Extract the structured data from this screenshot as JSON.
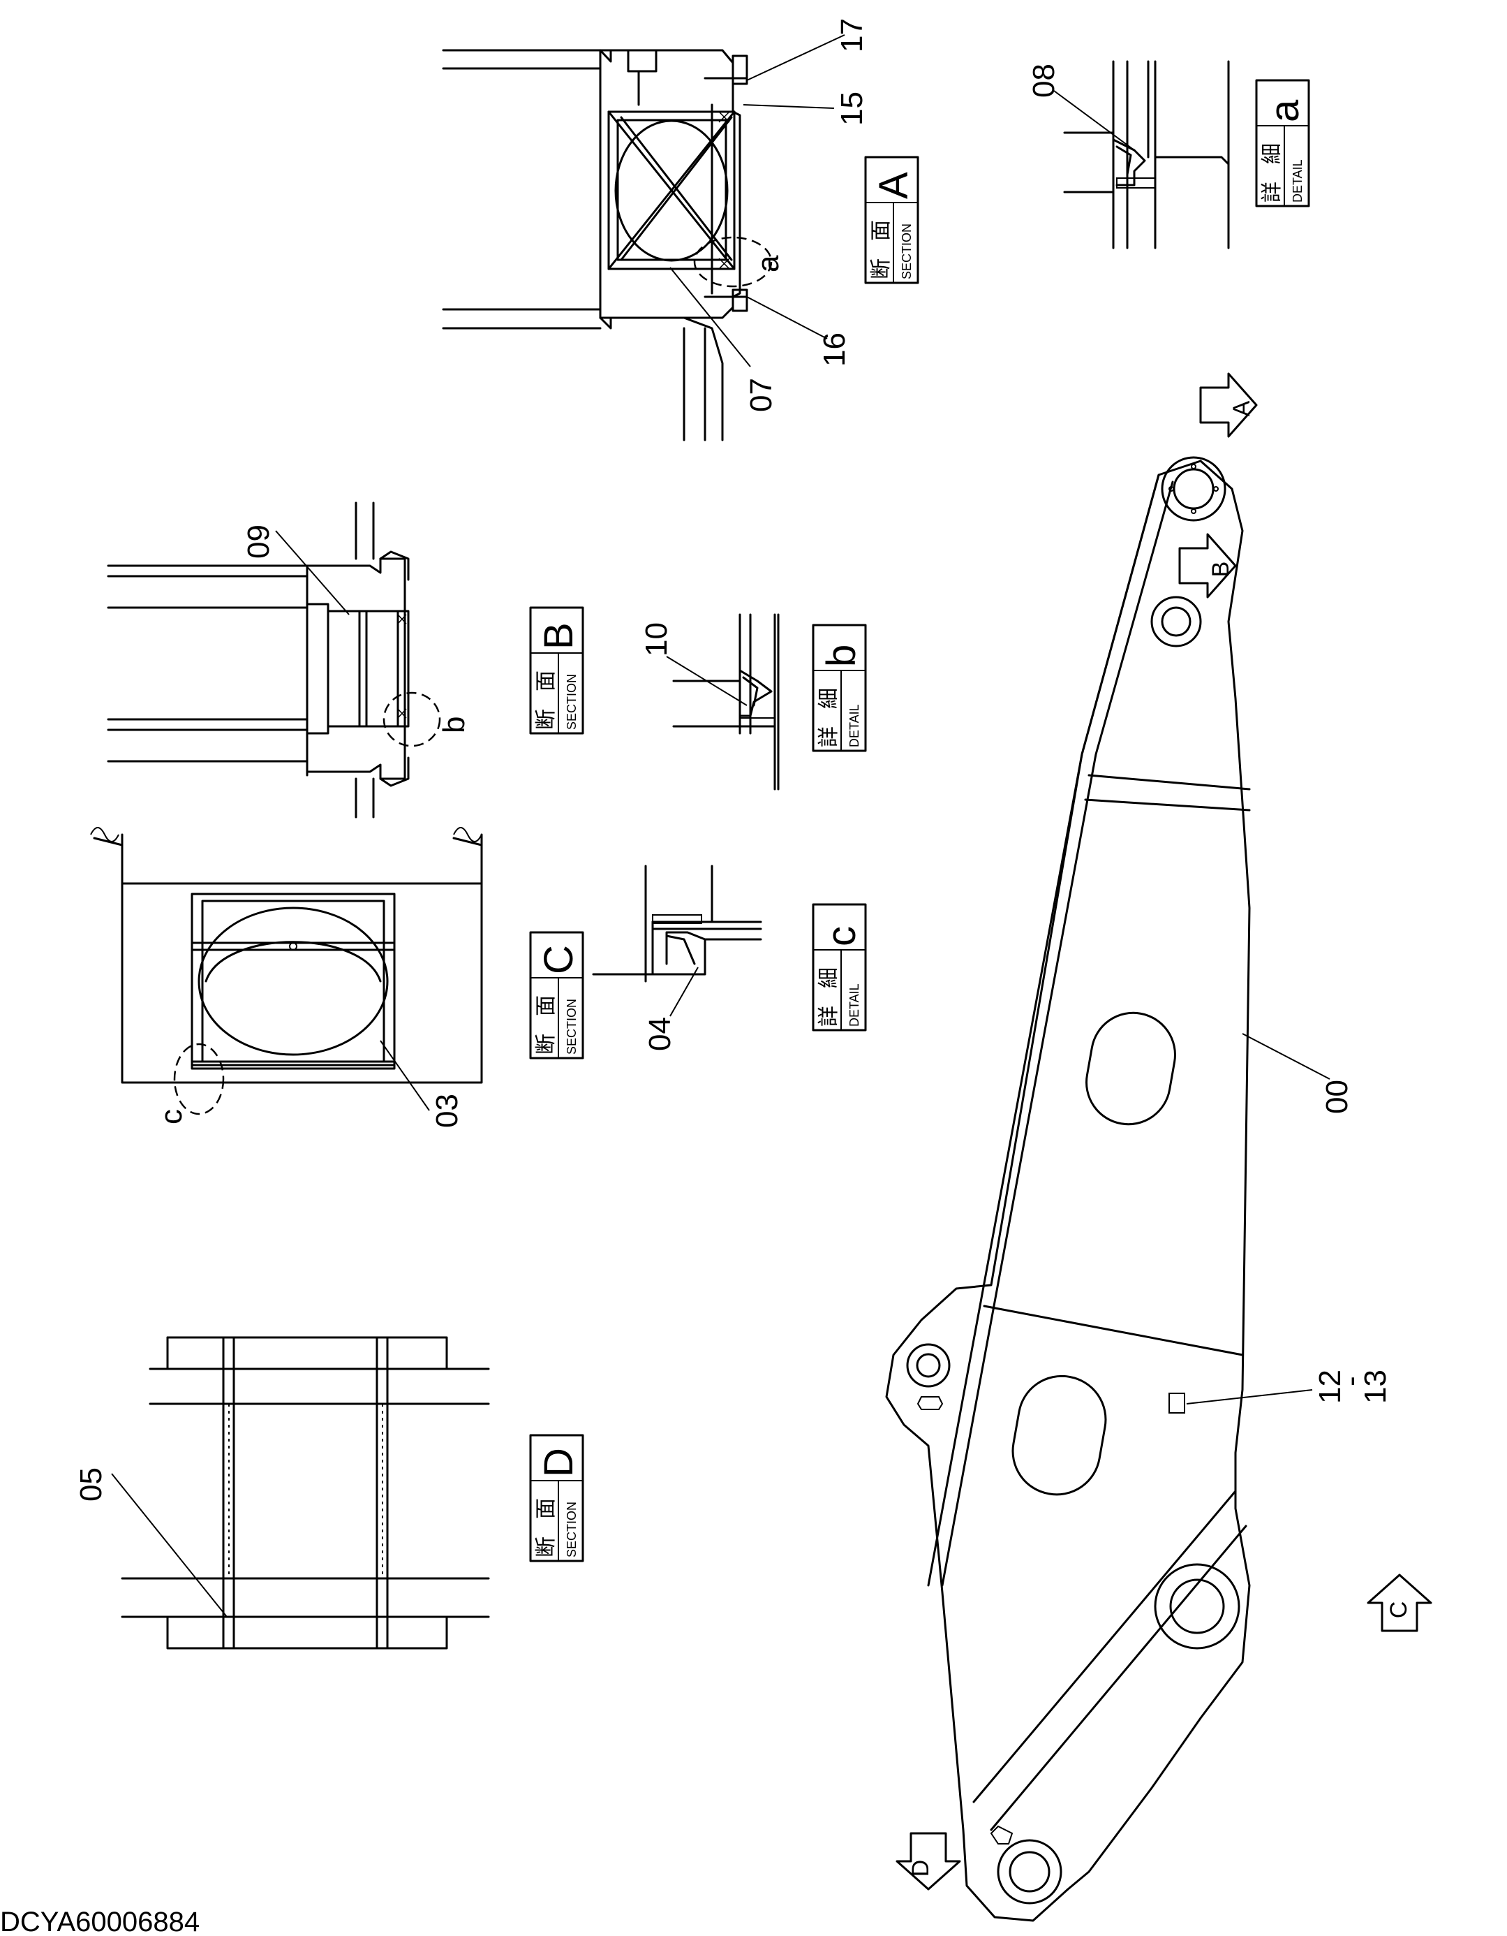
{
  "drawing_code": "DCYA60006884",
  "callouts": {
    "c00": "00",
    "c03": "03",
    "c04": "04",
    "c05": "05",
    "c07": "07",
    "c08": "08",
    "c09": "09",
    "c10": "10",
    "c12": "12",
    "c13": "13",
    "c15": "15",
    "c16": "16",
    "c17": "17"
  },
  "view_arrows": {
    "A": "A",
    "B": "B",
    "C": "C",
    "D": "D"
  },
  "detail_circles": {
    "a": "a",
    "b": "b",
    "c": "c"
  },
  "title_boxes": {
    "section_a": {
      "jp1": "断",
      "jp2": "面",
      "en": "SECTION",
      "letter": "A"
    },
    "section_b": {
      "jp1": "断",
      "jp2": "面",
      "en": "SECTION",
      "letter": "B"
    },
    "section_c": {
      "jp1": "断",
      "jp2": "面",
      "en": "SECTION",
      "letter": "C"
    },
    "section_d": {
      "jp1": "断",
      "jp2": "面",
      "en": "SECTION",
      "letter": "D"
    },
    "detail_a": {
      "jp1": "詳",
      "jp2": "細",
      "en": "DETAIL",
      "letter": "a"
    },
    "detail_b": {
      "jp1": "詳",
      "jp2": "細",
      "en": "DETAIL",
      "letter": "b"
    },
    "detail_c": {
      "jp1": "詳",
      "jp2": "細",
      "en": "DETAIL",
      "letter": "c"
    }
  },
  "dash_separator": "-"
}
